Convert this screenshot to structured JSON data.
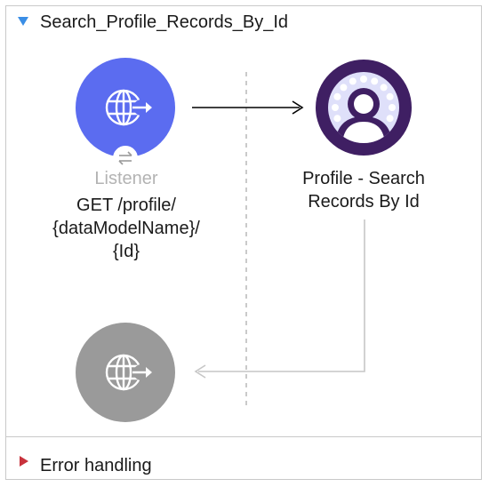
{
  "flow": {
    "title": "Search_Profile_Records_By_Id"
  },
  "listener": {
    "type_label": "Listener",
    "name_line1": "GET /profile/",
    "name_line2": "{dataModelName}/",
    "name_line3": "{Id}",
    "color": "#5b6cf0"
  },
  "profile_search": {
    "name_line1": "Profile - Search",
    "name_line2": "Records By Id",
    "color": "#3f1f63",
    "accent": "#dfe0fa"
  },
  "response": {
    "color": "#9a9a9a"
  },
  "error_handling": {
    "label": "Error handling"
  }
}
